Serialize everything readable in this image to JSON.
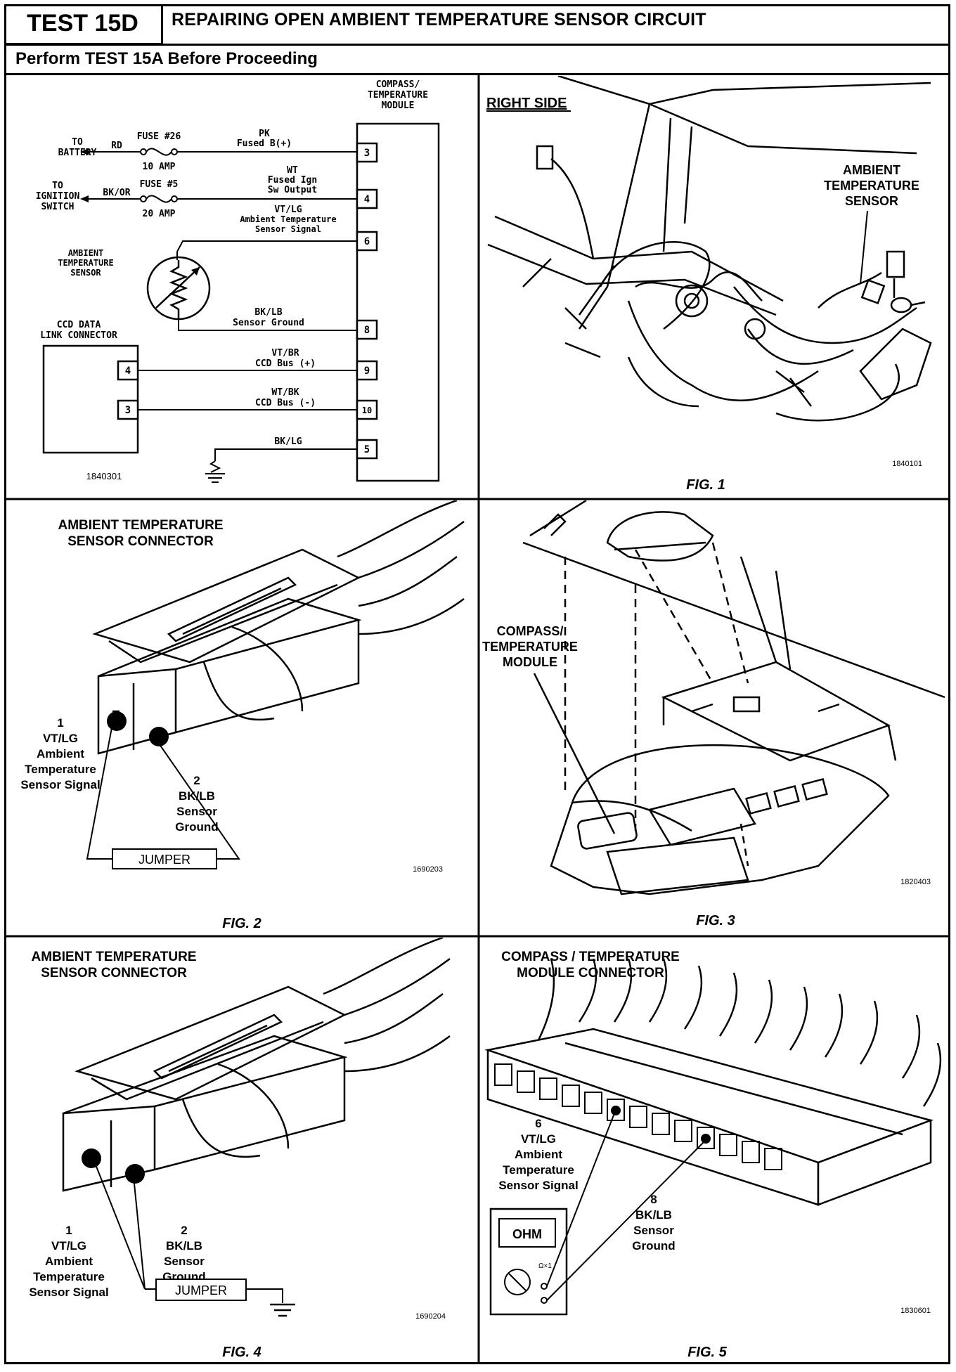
{
  "header": {
    "test_id": "TEST 15D",
    "title": "REPAIRING OPEN AMBIENT TEMPERATURE SENSOR CIRCUIT",
    "subtitle": "Perform TEST 15A Before Proceeding"
  },
  "schematic": {
    "module_label": [
      "COMPASS/",
      "TEMPERATURE",
      "MODULE"
    ],
    "battery_label": [
      "TO",
      "BATTERY"
    ],
    "ignition_label": [
      "TO",
      "IGNITION",
      "SWITCH"
    ],
    "rd": "RD",
    "bkor": "BK/OR",
    "fuse26": "FUSE #26",
    "fuse26_amp": "10 AMP",
    "fuse5": "FUSE #5",
    "fuse5_amp": "20 AMP",
    "pin3_wire": [
      "PK",
      "Fused B(+)"
    ],
    "pin4_wire": [
      "WT",
      "Fused Ign",
      "Sw Output"
    ],
    "pin6_wire": [
      "VT/LG",
      "Ambient Temperature",
      "Sensor Signal"
    ],
    "sensor_label": [
      "AMBIENT",
      "TEMPERATURE",
      "SENSOR"
    ],
    "pin8_wire": [
      "BK/LB",
      "Sensor Ground"
    ],
    "ccd_label": [
      "CCD DATA",
      "LINK CONNECTOR"
    ],
    "pin9_wire": [
      "VT/BR",
      "CCD Bus (+)"
    ],
    "pin10_wire": [
      "WT/BK",
      "CCD Bus (-)"
    ],
    "pin5_wire": "BK/LG",
    "pins": [
      "3",
      "4",
      "6",
      "8",
      "9",
      "10",
      "5"
    ],
    "ccd_pins": [
      "4",
      "3"
    ],
    "code": "1840301"
  },
  "fig1": {
    "heading": "RIGHT SIDE",
    "sensor_label": [
      "AMBIENT",
      "TEMPERATURE",
      "SENSOR"
    ],
    "code": "1840101",
    "caption": "FIG. 1"
  },
  "fig2": {
    "heading": [
      "AMBIENT TEMPERATURE",
      "SENSOR CONNECTOR"
    ],
    "pin1": [
      "1",
      "VT/LG",
      "Ambient",
      "Temperature",
      "Sensor Signal"
    ],
    "pin2": [
      "2",
      "BK/LB",
      "Sensor",
      "Ground"
    ],
    "jumper": "JUMPER",
    "code": "1690203",
    "caption": "FIG. 2"
  },
  "fig3": {
    "label": [
      "COMPASS/",
      "TEMPERATURE",
      "MODULE"
    ],
    "code": "1820403",
    "caption": "FIG. 3"
  },
  "fig4": {
    "heading": [
      "AMBIENT TEMPERATURE",
      "SENSOR CONNECTOR"
    ],
    "pin1": [
      "1",
      "VT/LG",
      "Ambient",
      "Temperature",
      "Sensor Signal"
    ],
    "pin2": [
      "2",
      "BK/LB",
      "Sensor",
      "Ground"
    ],
    "jumper": "JUMPER",
    "code": "1690204",
    "caption": "FIG. 4"
  },
  "fig5": {
    "heading": [
      "COMPASS / TEMPERATURE",
      "MODULE CONNECTOR"
    ],
    "pin6": [
      "6",
      "VT/LG",
      "Ambient",
      "Temperature",
      "Sensor Signal"
    ],
    "pin8": [
      "8",
      "BK/LB",
      "Sensor",
      "Ground"
    ],
    "meter": "OHM",
    "meter_range": "Ω×1",
    "code": "1830601",
    "caption": "FIG. 5"
  }
}
